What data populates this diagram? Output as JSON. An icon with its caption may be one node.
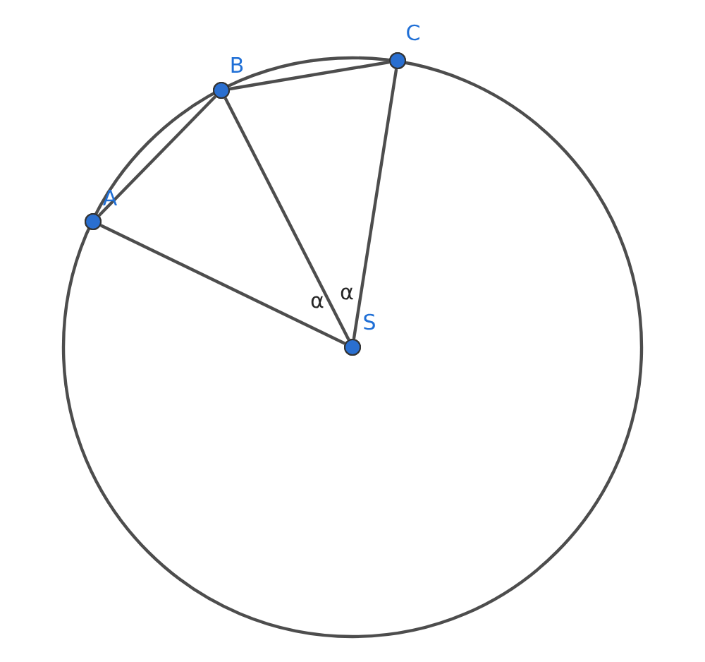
{
  "diagram": {
    "nodes": [
      {
        "text": [],
        "shape": "circle",
        "beside": [
          "A"
        ]
      },
      {
        "text": [],
        "shape": "circle",
        "beside": [
          "B"
        ]
      },
      {
        "text": [],
        "shape": "circle",
        "beside": [
          "C"
        ]
      },
      {
        "text": [],
        "shape": "circle",
        "beside": [
          "S"
        ]
      }
    ],
    "edges": [
      {
        "from": 3,
        "to": 0,
        "arrow": "none"
      },
      {
        "from": 3,
        "to": 1,
        "arrow": "none"
      },
      {
        "from": 3,
        "to": 2,
        "arrow": "none"
      },
      {
        "from": 0,
        "to": 1,
        "arrow": "none"
      },
      {
        "from": 1,
        "to": 2,
        "arrow": "none"
      }
    ],
    "labels": [
      "α",
      "α"
    ]
  }
}
